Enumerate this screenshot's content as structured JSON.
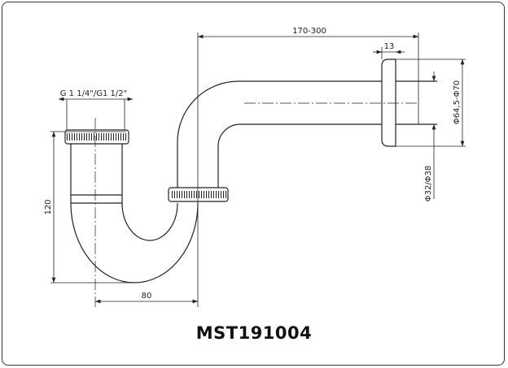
{
  "drawing": {
    "model_code": "MST191004",
    "dimensions": {
      "thread": "G 1 1/4\"/G1 1/2\"",
      "height": "120",
      "width": "80",
      "wall_distance": "170-300",
      "flange_thickness": "13",
      "flange_diameter": "Φ64,5-Φ70",
      "pipe_diameter": "Φ32/Φ38"
    }
  }
}
